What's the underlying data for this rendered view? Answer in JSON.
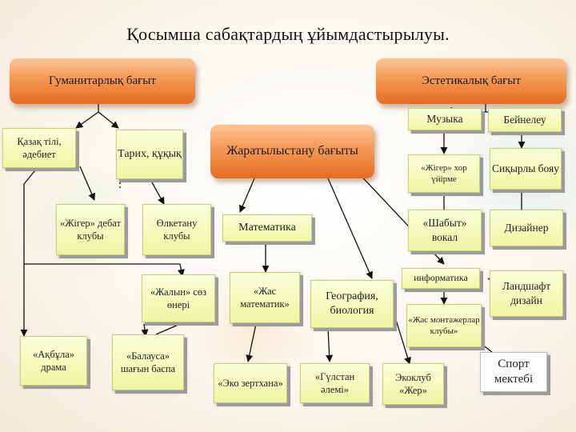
{
  "title": "Қосымша сабақтардың ұйымдастырылуы.",
  "headers": {
    "humanities": "Гуманитарлық бағыт",
    "aesthetic": "Эстетикалық бағыт",
    "natural": "Жаратылыстану бағыты"
  },
  "nodes": {
    "kazakh": "Қазақ тілі, әдебиет",
    "history": "Тарих, құқық",
    "zhiger_debate": "«Жігер» дебат клубы",
    "olketanu": "Өлкетану клубы",
    "zhalyn": "«Жалын» сөз өнері",
    "akkula": "«Ақбұла» драма",
    "balausa": "«Балауса» шағын баспа",
    "matematika": "Математика",
    "zhas_matematik": "«Жас математик»",
    "geo_bio": "География, биология",
    "eko_zerthana": "«Эко зертхана»",
    "gulstan": "«Гүлстан әлемі»",
    "ekoklub": "Экоклуб «Жер»",
    "muzyka": "Музыка",
    "beinyleu": "Бейнелеу",
    "zhiger_khor": "«Жігер» хор үйірме",
    "sikyrly": "Сиқырлы бояу",
    "shabyt": "«Шабыт» вокал",
    "dizainer": "Дизайнер",
    "informatika": "информатика",
    "landshaft": "Ландшафт дизайн",
    "montazh": "«Жас монтажерлар клубы»",
    "sport": "Спорт мектебі"
  },
  "colors": {
    "header_top": "#fcc69a",
    "header_bottom": "#e66d22",
    "note_fill": "#f3f9b8",
    "line": "#111111"
  }
}
